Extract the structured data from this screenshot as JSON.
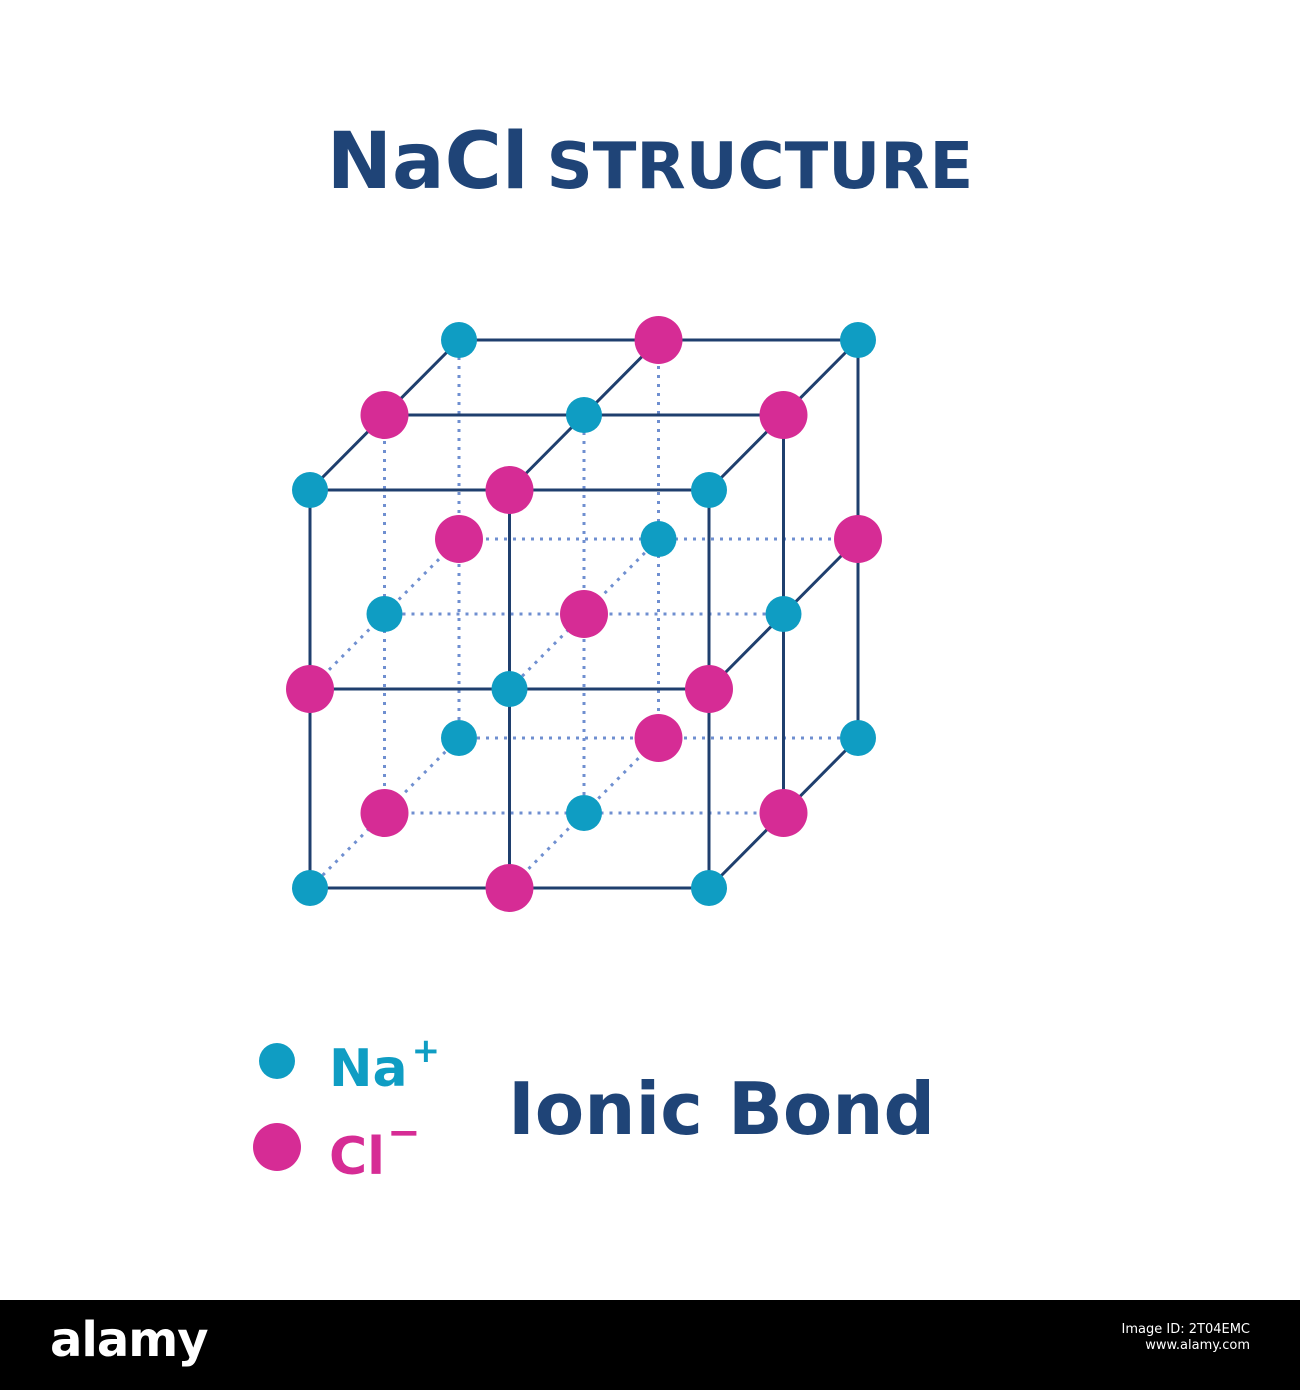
{
  "title": {
    "formula": "NaCl",
    "word": "STRUCTURE"
  },
  "legend": {
    "items": [
      {
        "base": "Na",
        "charge": "+",
        "color": "#0f9dc3",
        "icon": "sodium-ion-dot"
      },
      {
        "base": "Cl",
        "charge": "−",
        "color": "#d62c95",
        "icon": "chloride-ion-dot"
      }
    ],
    "bond_label": "Ionic Bond"
  },
  "colors": {
    "title": "#1f4477",
    "edge": "#1f3f6e",
    "hidden_edge": "#6f8fd0",
    "na": "#0f9dc3",
    "cl": "#d62c95"
  },
  "footer": {
    "brand": "alamy",
    "image_id_label": "Image ID: 2T04EMC",
    "site": "www.alamy.com"
  }
}
